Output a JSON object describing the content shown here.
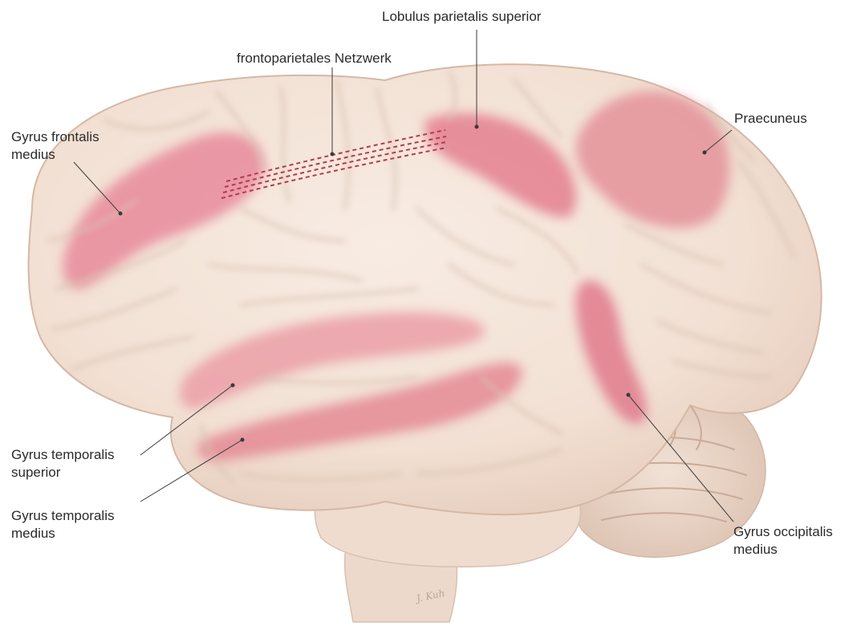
{
  "labels": {
    "lobulus_parietalis_superior": "Lobulus parietalis superior",
    "frontoparietales_netzwerk": "frontoparietales Netzwerk",
    "gyrus_frontalis_medius": [
      "Gyrus frontalis",
      "medius"
    ],
    "praecuneus": "Praecuneus",
    "gyrus_temporalis_superior": [
      "Gyrus temporalis",
      "superior"
    ],
    "gyrus_temporalis_medius": [
      "Gyrus temporalis",
      "medius"
    ],
    "gyrus_occipitalis_medius": [
      "Gyrus occipitalis",
      "medius"
    ]
  },
  "colors": {
    "background": "#ffffff",
    "brain_tissue": "#f4e4d8",
    "highlight_region": "#e7899b",
    "network_dashes": "#b33a4e",
    "cerebellum": "#eddacd",
    "label_text": "#2a2a2a"
  },
  "signature": "J. Kuh"
}
